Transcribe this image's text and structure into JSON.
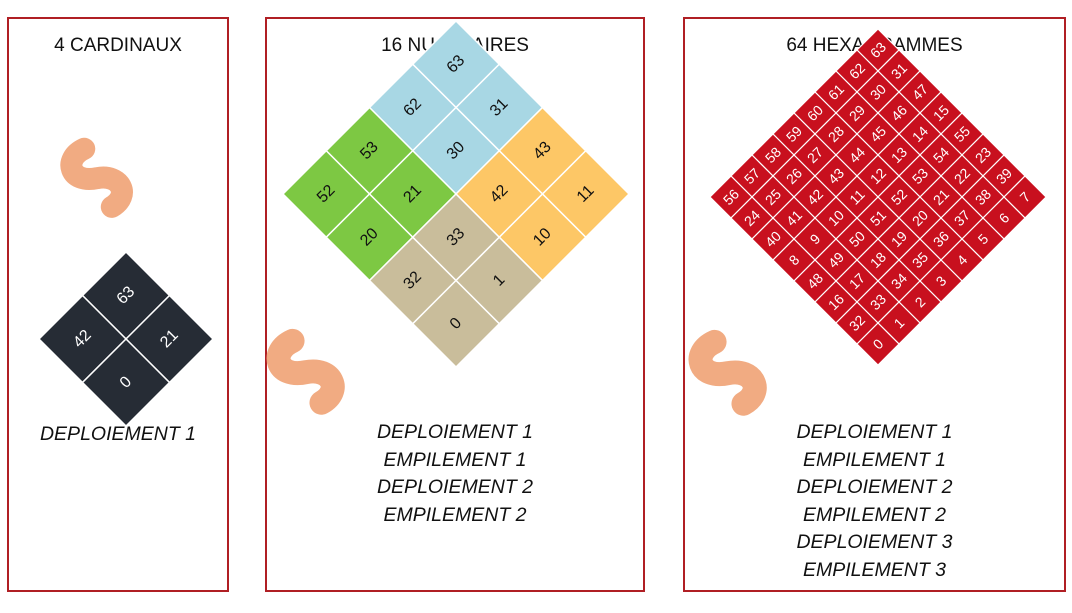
{
  "panels": [
    {
      "title": "4 CARDINAUX",
      "captions": [
        "DEPLOIEMENT 1"
      ],
      "grid_size": 2,
      "cells": [
        {
          "value": "63",
          "fill": "#262c35"
        },
        {
          "value": "21",
          "fill": "#262c35"
        },
        {
          "value": "42",
          "fill": "#262c35"
        },
        {
          "value": "0",
          "fill": "#262c35"
        }
      ],
      "text_color": "#ffffff",
      "line_color": "#ffffff"
    },
    {
      "title": "16 NUCLEAIRES",
      "captions": [
        "DEPLOIEMENT 1",
        "EMPILEMENT 1",
        "DEPLOIEMENT 2",
        "EMPILEMENT 2"
      ],
      "grid_size": 4,
      "cells": [
        {
          "value": "63",
          "fill": "#a8d7e4"
        },
        {
          "value": "31",
          "fill": "#a8d7e4"
        },
        {
          "value": "43",
          "fill": "#fdc766"
        },
        {
          "value": "11",
          "fill": "#fdc766"
        },
        {
          "value": "62",
          "fill": "#a8d7e4"
        },
        {
          "value": "30",
          "fill": "#a8d7e4"
        },
        {
          "value": "42",
          "fill": "#fdc766"
        },
        {
          "value": "10",
          "fill": "#fdc766"
        },
        {
          "value": "53",
          "fill": "#7dc843"
        },
        {
          "value": "21",
          "fill": "#7dc843"
        },
        {
          "value": "33",
          "fill": "#c9bd9b"
        },
        {
          "value": "1",
          "fill": "#c9bd9b"
        },
        {
          "value": "52",
          "fill": "#7dc843"
        },
        {
          "value": "20",
          "fill": "#7dc843"
        },
        {
          "value": "32",
          "fill": "#c9bd9b"
        },
        {
          "value": "0",
          "fill": "#c9bd9b"
        }
      ],
      "text_color": "#111111",
      "line_color": "#ffffff"
    },
    {
      "title": "64 HEXAGRAMMES",
      "captions": [
        "DEPLOIEMENT 1",
        "EMPILEMENT 1",
        "DEPLOIEMENT 2",
        "EMPILEMENT 2",
        "DEPLOIEMENT 3",
        "EMPILEMENT 3"
      ],
      "grid_size": 8,
      "cells_rows": [
        [
          "63",
          "31",
          "47",
          "15",
          "55",
          "23",
          "39",
          "7"
        ],
        [
          "62",
          "30",
          "46",
          "14",
          "54",
          "22",
          "38",
          "6"
        ],
        [
          "61",
          "29",
          "45",
          "13",
          "53",
          "21",
          "37",
          "5"
        ],
        [
          "60",
          "28",
          "44",
          "12",
          "52",
          "20",
          "36",
          "4"
        ],
        [
          "59",
          "27",
          "43",
          "11",
          "51",
          "19",
          "35",
          "3"
        ],
        [
          "58",
          "26",
          "42",
          "10",
          "50",
          "18",
          "34",
          "2"
        ],
        [
          "57",
          "25",
          "41",
          "9",
          "49",
          "17",
          "33",
          "1"
        ],
        [
          "56",
          "24",
          "40",
          "8",
          "48",
          "16",
          "32",
          "0"
        ]
      ],
      "fill": "#c8101e",
      "text_color": "#ffffff",
      "line_color": "#ffffff"
    }
  ],
  "colors": {
    "border": "#b01f24",
    "logo": "#f0a274"
  }
}
